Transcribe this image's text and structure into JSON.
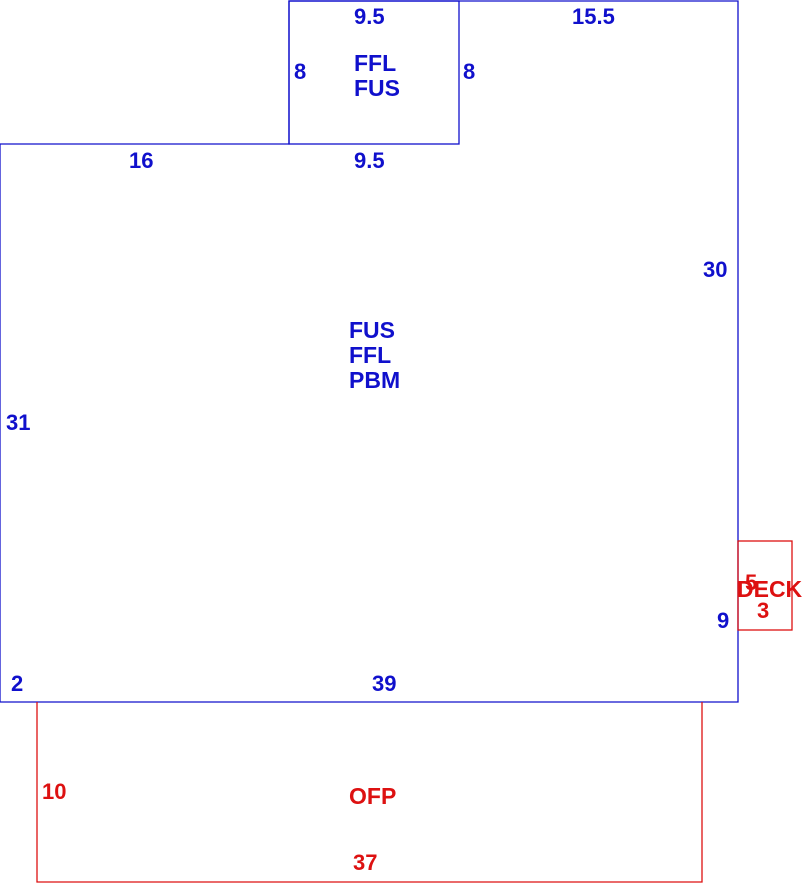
{
  "colors": {
    "living_area": "#1010cc",
    "exterior": "#dd1111"
  },
  "upper_addition": {
    "top": "9.5",
    "left": "8",
    "right": "8",
    "bottom": "9.5",
    "codes": [
      "FFL",
      "FUS"
    ]
  },
  "main_structure": {
    "top_right": "15.5",
    "top_left": "16",
    "right": "30",
    "left": "31",
    "bottom": "39",
    "jog": "2",
    "notch": "9",
    "codes": [
      "FUS",
      "FFL",
      "PBM"
    ]
  },
  "deck": {
    "label": "DECK",
    "width": "5",
    "depth": "3"
  },
  "porch": {
    "label": "OFP",
    "side": "10",
    "bottom": "37"
  }
}
